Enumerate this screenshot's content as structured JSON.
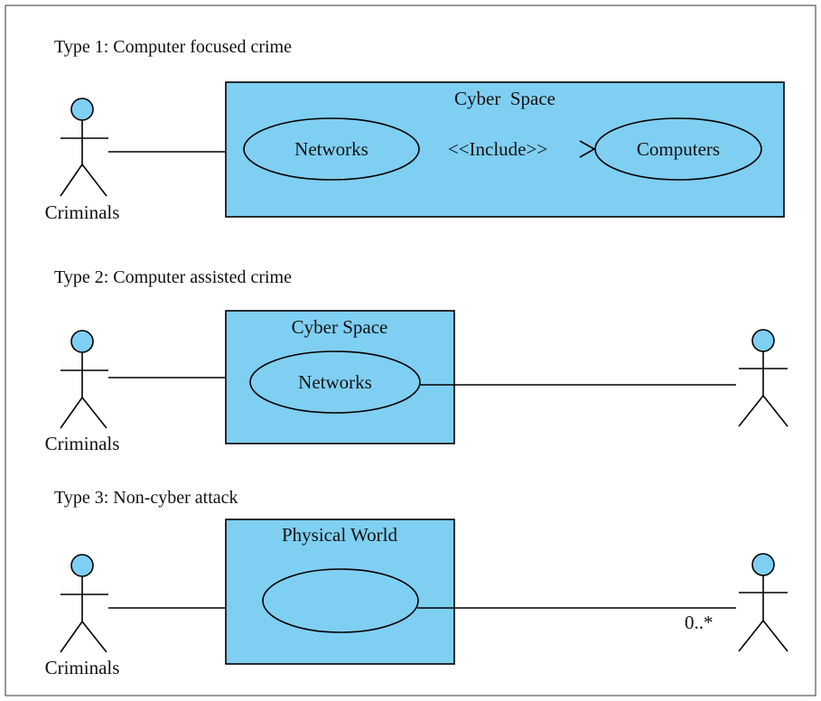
{
  "sections": [
    {
      "title": "Type 1: Computer focused crime",
      "actor_label": "Criminals",
      "boundary_label": "Cyber  Space",
      "usecases": [
        "Networks",
        "Computers"
      ],
      "relation_label": "<<Include>>"
    },
    {
      "title": "Type 2: Computer assisted crime",
      "actor_label": "Criminals",
      "boundary_label": "Cyber Space",
      "usecases": [
        "Networks"
      ]
    },
    {
      "title": "Type 3: Non-cyber attack",
      "actor_label": "Criminals",
      "boundary_label": "Physical World",
      "usecases": [
        ""
      ],
      "multiplicity": "0..*"
    }
  ],
  "colors": {
    "fill": "#7fcff2",
    "stroke": "#000000",
    "frame": "#555555"
  }
}
